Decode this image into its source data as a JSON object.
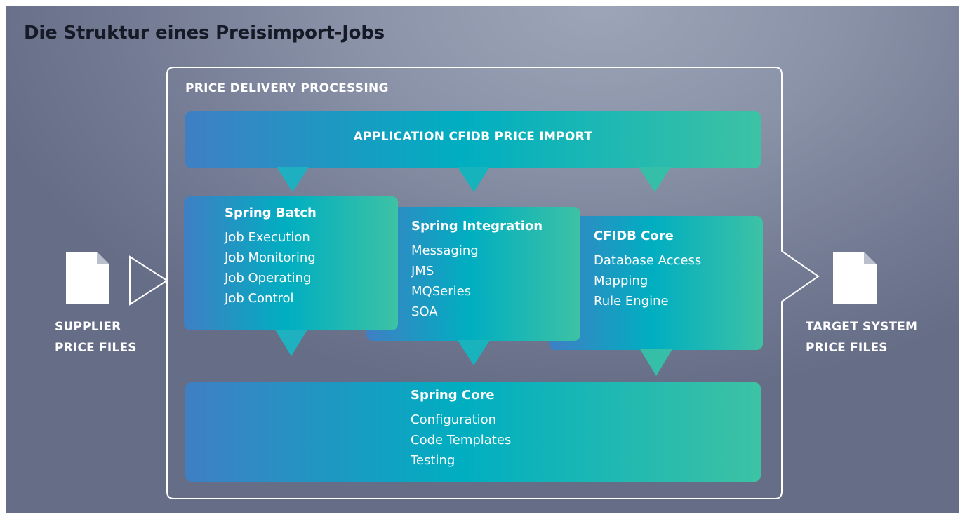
{
  "title": "Die Struktur eines Preisimport-Jobs",
  "frame": {
    "label": "PRICE DELIVERY PROCESSING"
  },
  "application": {
    "title": "APPLICATION CFIDB PRICE IMPORT"
  },
  "modules": [
    {
      "title": "Spring Batch",
      "items": [
        "Job Execution",
        "Job Monitoring",
        "Job Operating",
        "Job Control"
      ]
    },
    {
      "title": "Spring Integration",
      "items": [
        "Messaging",
        "JMS",
        "MQSeries",
        "SOA"
      ]
    },
    {
      "title": "CFIDB Core",
      "items": [
        "Database Access",
        "Mapping",
        "Rule Engine"
      ]
    }
  ],
  "core": {
    "title": "Spring Core",
    "items": [
      "Configuration",
      "Code Templates",
      "Testing"
    ]
  },
  "input": {
    "line1": "SUPPLIER",
    "line2": "PRICE FILES",
    "icon": "document-icon"
  },
  "output": {
    "line1": "TARGET SYSTEM",
    "line2": "PRICE FILES",
    "icon": "document-icon"
  },
  "colors": {
    "gradient_start": "#3f7fc4",
    "gradient_mid": "#00aec1",
    "gradient_end": "#3dc2a4",
    "background": "#7f879c",
    "frame": "#ffffff",
    "title": "#161a26"
  }
}
